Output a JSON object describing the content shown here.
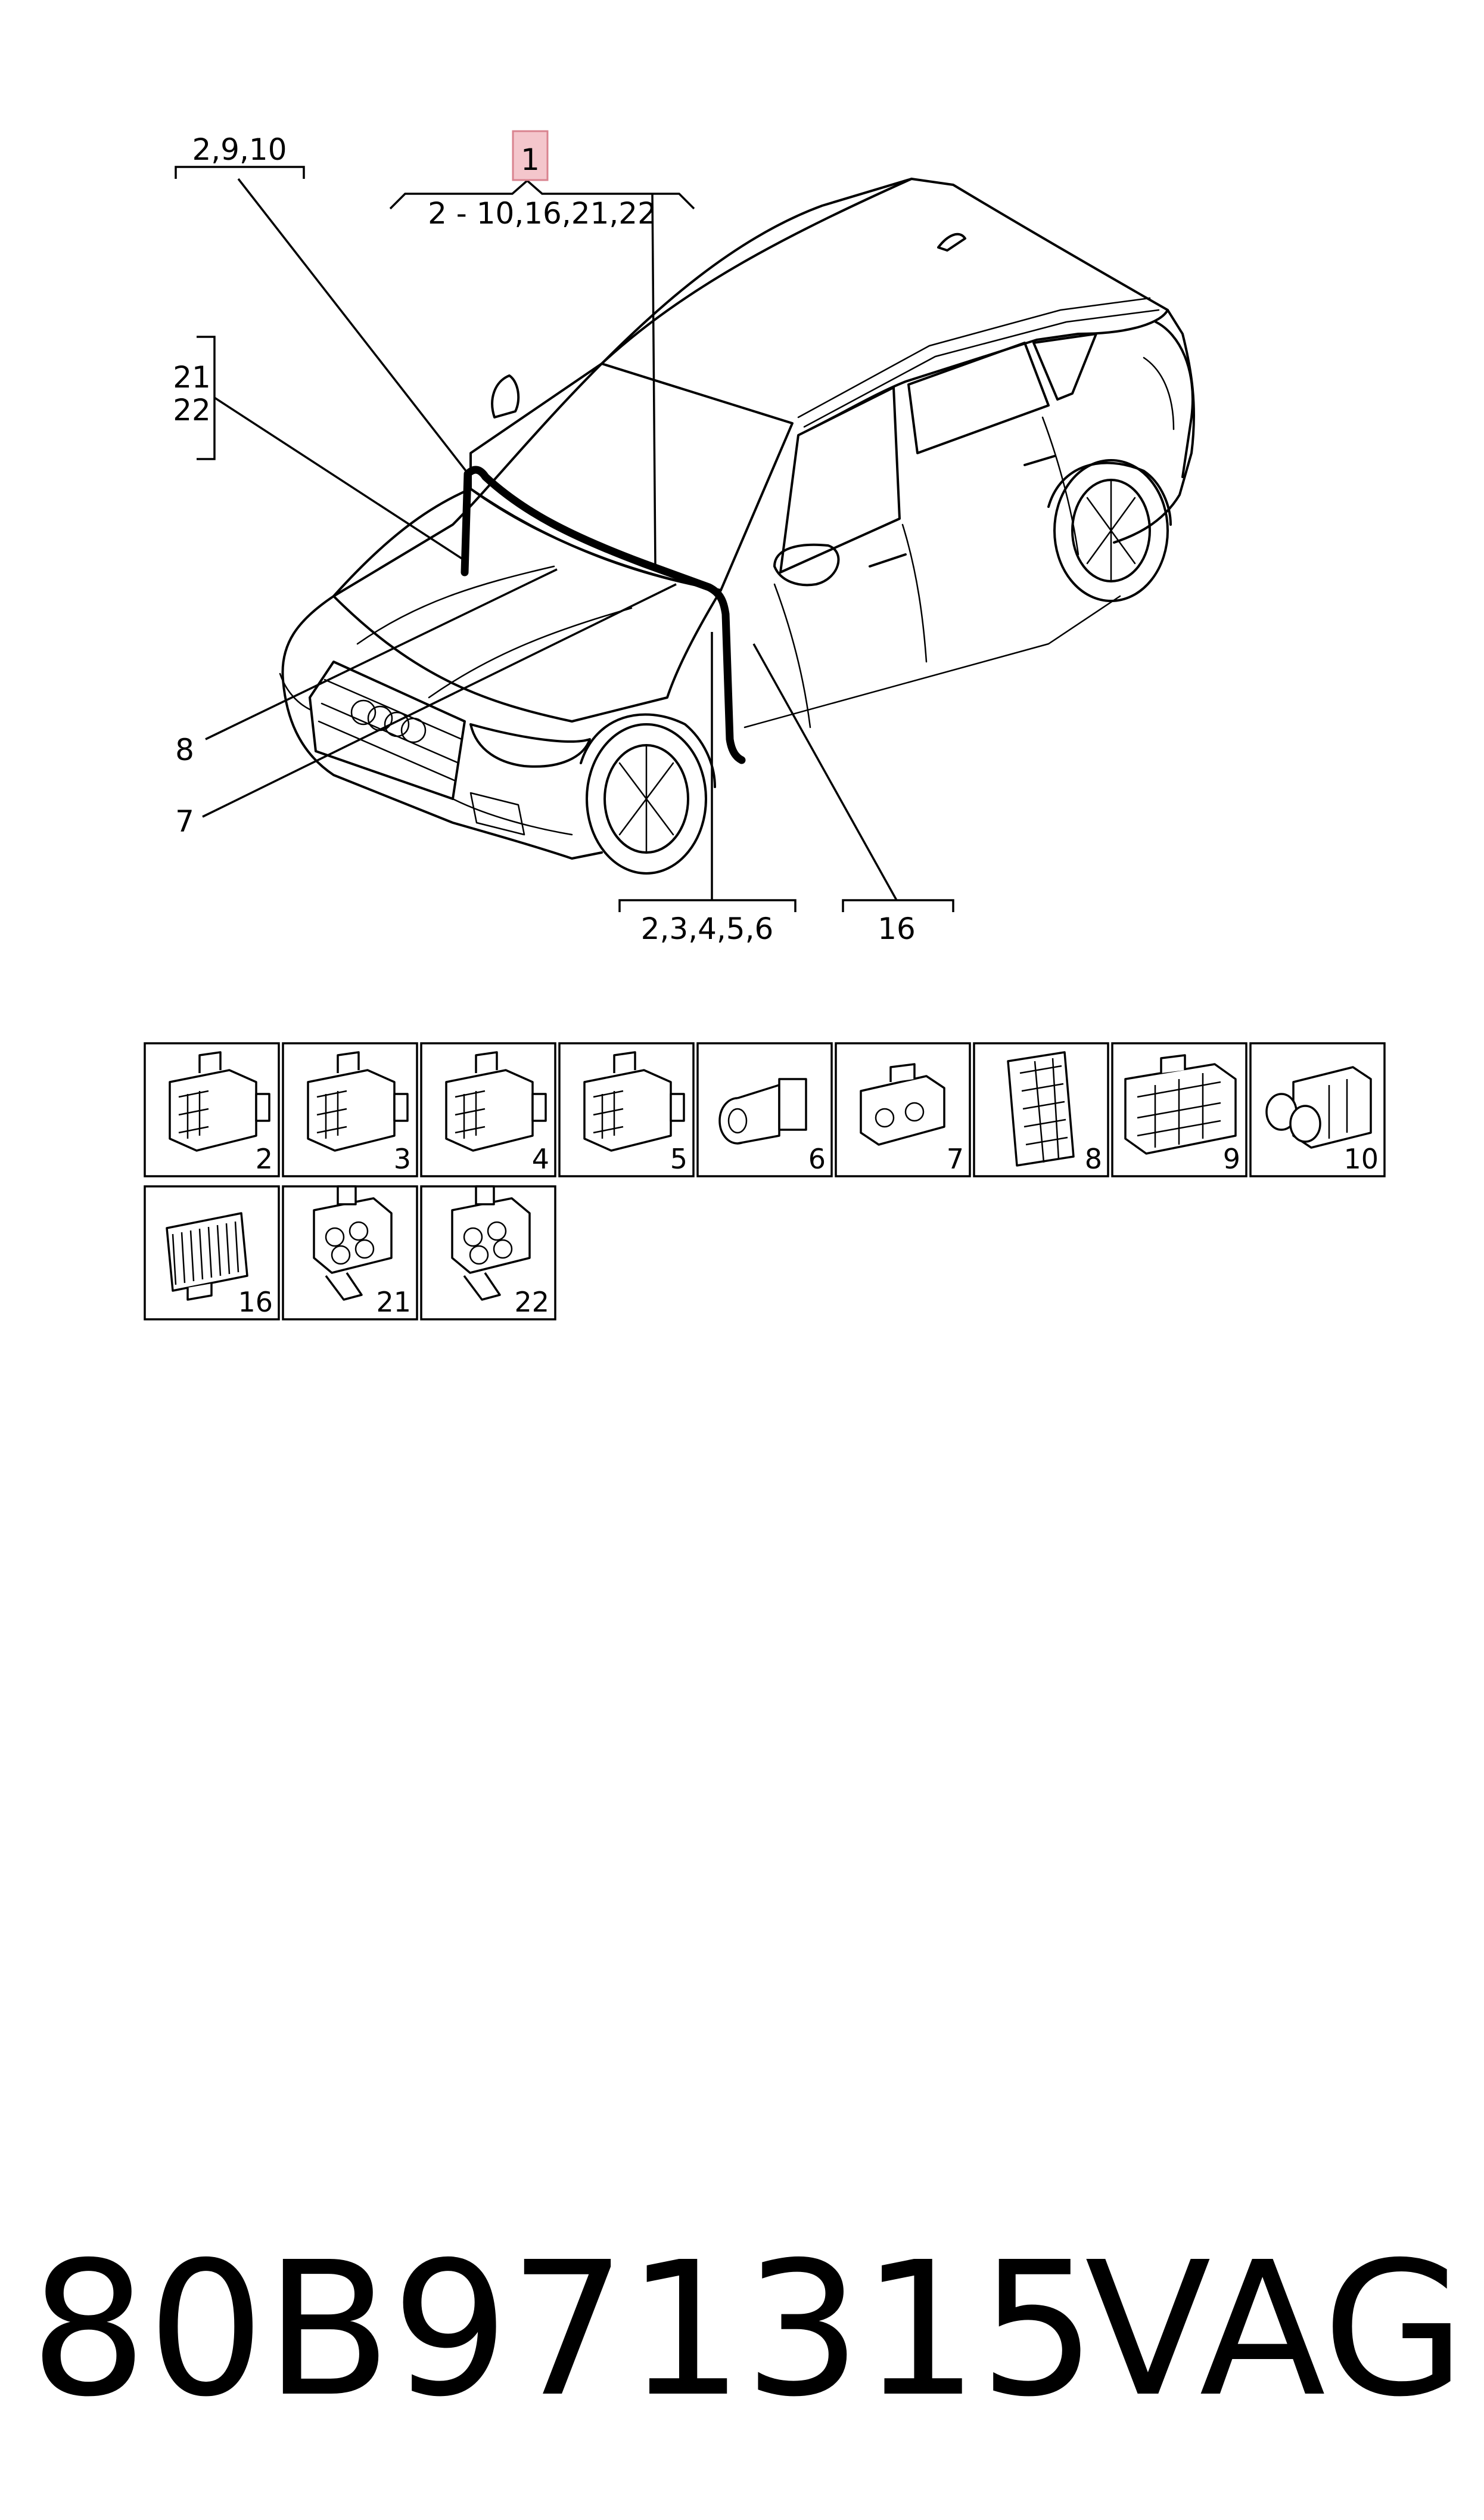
{
  "diagram": {
    "main_item": "1",
    "callouts": {
      "top_left": "2,9,10",
      "top_main": "2 - 10,16,21,22",
      "left_a": "21",
      "left_b": "22",
      "left_8": "8",
      "left_7": "7",
      "bottom_mid": "2,3,4,5,6",
      "bottom_right": "16"
    },
    "tiles": [
      "2",
      "3",
      "4",
      "5",
      "6",
      "7",
      "8",
      "9",
      "10",
      "16",
      "21",
      "22"
    ],
    "part_number": "80B971315",
    "brand": "VAG",
    "highlight_color": "#f4c6cc"
  }
}
